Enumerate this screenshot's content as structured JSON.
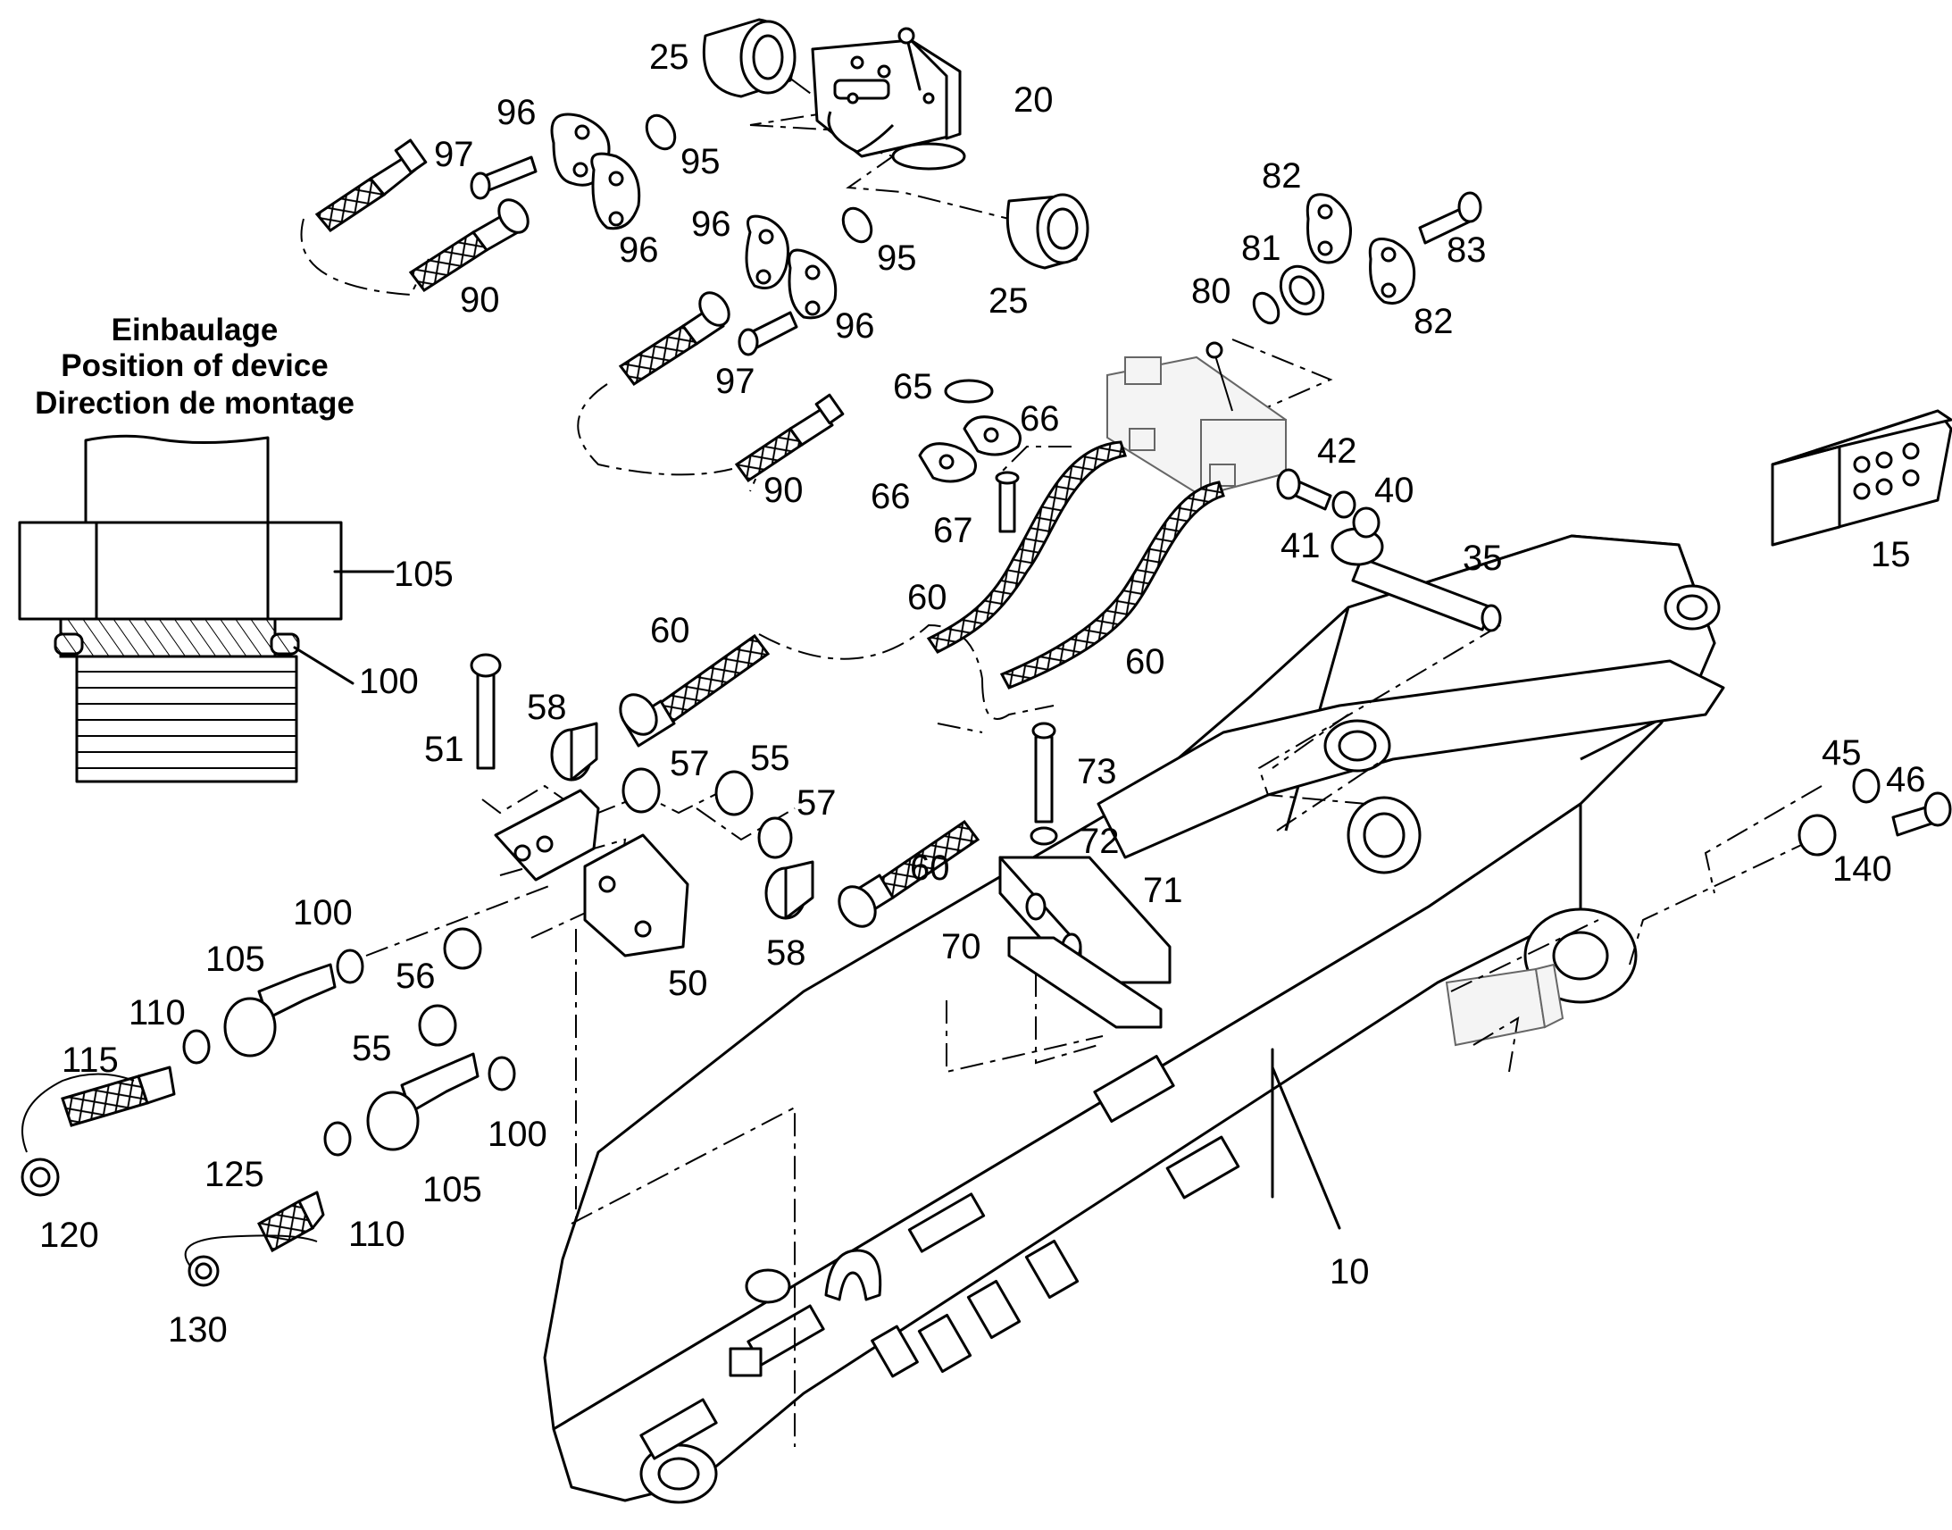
{
  "install_note": {
    "line1": "Einbaulage",
    "line2": "Position of device",
    "line3": "Direction de montage"
  },
  "labels": {
    "p10": "10",
    "p15": "15",
    "p20": "20",
    "p25a": "25",
    "p25b": "25",
    "p35": "35",
    "p40": "40",
    "p41": "41",
    "p42": "42",
    "p45": "45",
    "p46": "46",
    "p50": "50",
    "p51": "51",
    "p55a": "55",
    "p55b": "55",
    "p56": "56",
    "p57a": "57",
    "p57b": "57",
    "p58a": "58",
    "p58b": "58",
    "p60a": "60",
    "p60b": "60",
    "p60c": "60",
    "p60d": "60",
    "p65": "65",
    "p66a": "66",
    "p66b": "66",
    "p67": "67",
    "p70": "70",
    "p71": "71",
    "p72": "72",
    "p73": "73",
    "p80": "80",
    "p81": "81",
    "p82a": "82",
    "p82b": "82",
    "p83": "83",
    "p90a": "90",
    "p90b": "90",
    "p95a": "95",
    "p95b": "95",
    "p96a": "96",
    "p96b": "96",
    "p96c": "96",
    "p96d": "96",
    "p97a": "97",
    "p97b": "97",
    "p100a": "100",
    "p100b": "100",
    "p100c": "100",
    "p105a": "105",
    "p105b": "105",
    "p105c": "105",
    "p110a": "110",
    "p110b": "110",
    "p115": "115",
    "p120": "120",
    "p125": "125",
    "p130": "130",
    "p140": "140"
  }
}
